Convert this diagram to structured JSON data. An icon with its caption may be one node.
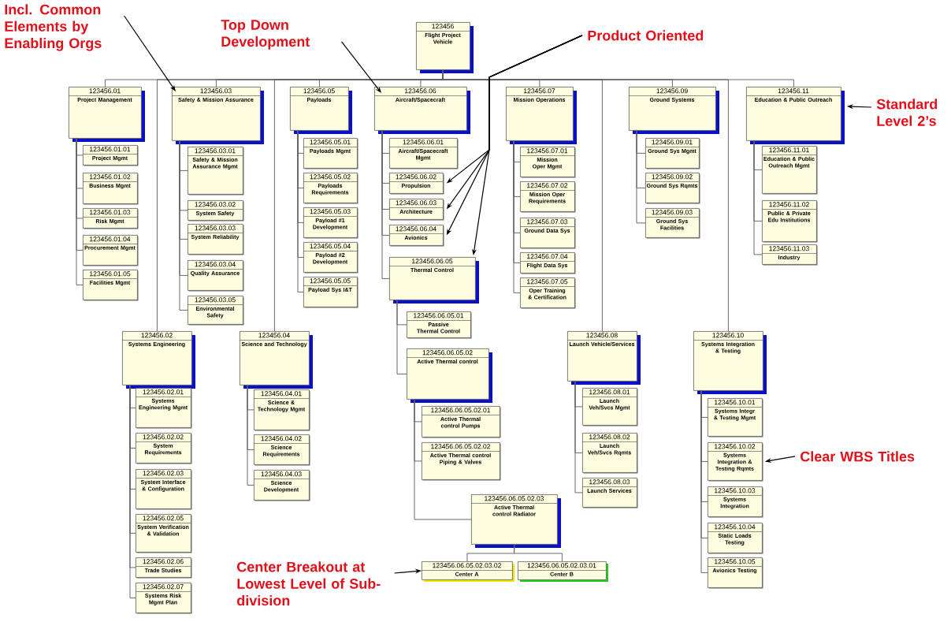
{
  "diagram": {
    "nodes": [
      {
        "text": [
          "123456",
          "Flight Project Vehicle"
        ]
      },
      {
        "text": [
          "123456.01",
          "Project Management"
        ]
      },
      {
        "text": [
          "123456.01.01",
          "Project Mgmt"
        ]
      },
      {
        "text": [
          "123456.01.02",
          "Business Mgmt"
        ]
      },
      {
        "text": [
          "123456.01.03",
          "Risk Mgmt"
        ]
      },
      {
        "text": [
          "123456.01.04",
          "Procurement Mgmt"
        ]
      },
      {
        "text": [
          "123456.01.05",
          "Facilities Mgmt"
        ]
      },
      {
        "text": [
          "123456.02",
          "Systems Engineering"
        ]
      },
      {
        "text": [
          "123456.02.01",
          "Systems Engineering Mgmt"
        ]
      },
      {
        "text": [
          "123456.02.02",
          "System Requirements"
        ]
      },
      {
        "text": [
          "123456.02.03",
          "System Interface & Configuration"
        ]
      },
      {
        "text": [
          "123456.02.05",
          "System Verification & Validation"
        ]
      },
      {
        "text": [
          "123456.02.06",
          "Trade Studies"
        ]
      },
      {
        "text": [
          "123456.02.07",
          "Systems Risk Mgmt Plan"
        ]
      },
      {
        "text": [
          "123456.03",
          "Safety & Mission Assurance"
        ]
      },
      {
        "text": [
          "123456.03.01",
          "Safety & Mission Assurance Mgmt"
        ]
      },
      {
        "text": [
          "123456.03.02",
          "System Safety"
        ]
      },
      {
        "text": [
          "123456.03.03",
          "System Reliability"
        ]
      },
      {
        "text": [
          "123456.03.04",
          "Quality Assurance"
        ]
      },
      {
        "text": [
          "123456.03.05",
          "Environmental Safety"
        ]
      },
      {
        "text": [
          "123456.04",
          "Science and Technology"
        ]
      },
      {
        "text": [
          "123456.04.01",
          "Science & Technology Mgmt"
        ]
      },
      {
        "text": [
          "123456.04.02",
          "Science Requirements"
        ]
      },
      {
        "text": [
          "123456.04.03",
          "Science Development"
        ]
      },
      {
        "text": [
          "123456.05",
          "Payloads"
        ]
      },
      {
        "text": [
          "123456.05.01",
          "Payloads Mgmt"
        ]
      },
      {
        "text": [
          "123456.05.02",
          "Payloads Requirements"
        ]
      },
      {
        "text": [
          "123456.05.03",
          "Payload #1 Development"
        ]
      },
      {
        "text": [
          "123456.05.04",
          "Payload #2 Development"
        ]
      },
      {
        "text": [
          "123456.05.05",
          "Payload Sys I&T"
        ]
      },
      {
        "text": [
          "123456.06",
          "Aircraft/Spacecraft"
        ]
      },
      {
        "text": [
          "123456.06.01",
          "Aircraft/Spacecraft Mgmt"
        ]
      },
      {
        "text": [
          "123456.06.02",
          "Propulsion"
        ]
      },
      {
        "text": [
          "123456.06.03",
          "Architecture"
        ]
      },
      {
        "text": [
          "123456.06.04",
          "Avionics"
        ]
      },
      {
        "text": [
          "123456.06.05",
          "Thermal Control"
        ]
      },
      {
        "text": [
          "123456.06.05.01",
          "Passive Thermal Control"
        ]
      },
      {
        "text": [
          "123456.06.05.02",
          "Active Thermal control"
        ]
      },
      {
        "text": [
          "123456.06.05.02.01",
          "Active Thermal control Pumps"
        ]
      },
      {
        "text": [
          "123456.06.05.02.02",
          "Active Thermal control Piping & Valves"
        ]
      },
      {
        "text": [
          "123456.06.05.02.03",
          "Active Thermal control Radiator"
        ]
      },
      {
        "text": [
          "123456.06.05.02.03.02",
          "Center A"
        ]
      },
      {
        "text": [
          "123456.06.05.02.03.01",
          "Center B"
        ]
      },
      {
        "text": [
          "123456.07",
          "Mission Operations"
        ]
      },
      {
        "text": [
          "123456.07.01",
          "Mission Oper Mgmt"
        ]
      },
      {
        "text": [
          "123456.07.02",
          "Mission Oper Requirements"
        ]
      },
      {
        "text": [
          "123456.07.03",
          "Ground Data Sys"
        ]
      },
      {
        "text": [
          "123456.07.04",
          "Flight Data Sys"
        ]
      },
      {
        "text": [
          "123456.07.05",
          "Oper Training & Certification"
        ]
      },
      {
        "text": [
          "123456.08",
          "Launch Vehicle/Services"
        ]
      },
      {
        "text": [
          "123456.08.01",
          "Launch Veh/Svcs Mgmt"
        ]
      },
      {
        "text": [
          "123456.08.02",
          "Launch Veh/Svcs Rqmts"
        ]
      },
      {
        "text": [
          "123456.08.03",
          "Launch Services"
        ]
      },
      {
        "text": [
          "123456.09",
          "Ground Systems"
        ]
      },
      {
        "text": [
          "123456.09.01",
          "Ground Sys Mgmt"
        ]
      },
      {
        "text": [
          "123456.09.02",
          "Ground Sys Rqmts"
        ]
      },
      {
        "text": [
          "123456.09.03",
          "Ground Sys Facilities"
        ]
      },
      {
        "text": [
          "123456.10",
          "Systems Integration & Testing"
        ]
      },
      {
        "text": [
          "123456.10.01",
          "Systems Integr & Testing Mgmt"
        ]
      },
      {
        "text": [
          "123456.10.02",
          "Systems Integration & Testing Rqmts"
        ]
      },
      {
        "text": [
          "123456.10.03",
          "Systems Integration"
        ]
      },
      {
        "text": [
          "123456.10.04",
          "Static Loads Testing"
        ]
      },
      {
        "text": [
          "123456.10.05",
          "Avionics Testing"
        ]
      },
      {
        "text": [
          "123456.11",
          "Education & Public Outreach"
        ]
      },
      {
        "text": [
          "123456.11.01",
          "Education & Public Outreach Mgmt"
        ]
      },
      {
        "text": [
          "123456.11.02",
          "Public & Private Edu Institutions"
        ]
      },
      {
        "text": [
          "123456.11.03",
          "Industry"
        ]
      },
      {
        "text": [
          "Incl. Common Elements by Enabling Orgs"
        ]
      },
      {
        "text": [
          "Top Down Development"
        ]
      },
      {
        "text": [
          "Product Oriented"
        ]
      },
      {
        "text": [
          "Standard Level 2’s"
        ]
      },
      {
        "text": [
          "Clear WBS Titles"
        ]
      },
      {
        "text": [
          "Center Breakout at Lowest Level of Sub-division"
        ]
      }
    ],
    "edges": [
      {
        "from": 0,
        "to": 1,
        "arrow": "none"
      },
      {
        "from": 0,
        "to": 7,
        "arrow": "none"
      },
      {
        "from": 0,
        "to": 14,
        "arrow": "none"
      },
      {
        "from": 0,
        "to": 20,
        "arrow": "none"
      },
      {
        "from": 0,
        "to": 24,
        "arrow": "none"
      },
      {
        "from": 0,
        "to": 30,
        "arrow": "none"
      },
      {
        "from": 0,
        "to": 43,
        "arrow": "none"
      },
      {
        "from": 0,
        "to": 49,
        "arrow": "none"
      },
      {
        "from": 0,
        "to": 53,
        "arrow": "none"
      },
      {
        "from": 0,
        "to": 57,
        "arrow": "none"
      },
      {
        "from": 0,
        "to": 63,
        "arrow": "none"
      },
      {
        "from": 1,
        "to": 2,
        "arrow": "none"
      },
      {
        "from": 1,
        "to": 3,
        "arrow": "none"
      },
      {
        "from": 1,
        "to": 4,
        "arrow": "none"
      },
      {
        "from": 1,
        "to": 5,
        "arrow": "none"
      },
      {
        "from": 1,
        "to": 6,
        "arrow": "none"
      },
      {
        "from": 7,
        "to": 8,
        "arrow": "none"
      },
      {
        "from": 7,
        "to": 9,
        "arrow": "none"
      },
      {
        "from": 7,
        "to": 10,
        "arrow": "none"
      },
      {
        "from": 7,
        "to": 11,
        "arrow": "none"
      },
      {
        "from": 7,
        "to": 12,
        "arrow": "none"
      },
      {
        "from": 7,
        "to": 13,
        "arrow": "none"
      },
      {
        "from": 14,
        "to": 15,
        "arrow": "none"
      },
      {
        "from": 14,
        "to": 16,
        "arrow": "none"
      },
      {
        "from": 14,
        "to": 17,
        "arrow": "none"
      },
      {
        "from": 14,
        "to": 18,
        "arrow": "none"
      },
      {
        "from": 14,
        "to": 19,
        "arrow": "none"
      },
      {
        "from": 20,
        "to": 21,
        "arrow": "none"
      },
      {
        "from": 20,
        "to": 22,
        "arrow": "none"
      },
      {
        "from": 20,
        "to": 23,
        "arrow": "none"
      },
      {
        "from": 24,
        "to": 25,
        "arrow": "none"
      },
      {
        "from": 24,
        "to": 26,
        "arrow": "none"
      },
      {
        "from": 24,
        "to": 27,
        "arrow": "none"
      },
      {
        "from": 24,
        "to": 28,
        "arrow": "none"
      },
      {
        "from": 24,
        "to": 29,
        "arrow": "none"
      },
      {
        "from": 30,
        "to": 31,
        "arrow": "none"
      },
      {
        "from": 30,
        "to": 32,
        "arrow": "none"
      },
      {
        "from": 30,
        "to": 33,
        "arrow": "none"
      },
      {
        "from": 30,
        "to": 34,
        "arrow": "none"
      },
      {
        "from": 30,
        "to": 35,
        "arrow": "none"
      },
      {
        "from": 35,
        "to": 36,
        "arrow": "none"
      },
      {
        "from": 35,
        "to": 37,
        "arrow": "none"
      },
      {
        "from": 37,
        "to": 38,
        "arrow": "none"
      },
      {
        "from": 37,
        "to": 39,
        "arrow": "none"
      },
      {
        "from": 37,
        "to": 40,
        "arrow": "none"
      },
      {
        "from": 40,
        "to": 41,
        "arrow": "none"
      },
      {
        "from": 40,
        "to": 42,
        "arrow": "none"
      },
      {
        "from": 43,
        "to": 44,
        "arrow": "none"
      },
      {
        "from": 43,
        "to": 45,
        "arrow": "none"
      },
      {
        "from": 43,
        "to": 46,
        "arrow": "none"
      },
      {
        "from": 43,
        "to": 47,
        "arrow": "none"
      },
      {
        "from": 43,
        "to": 48,
        "arrow": "none"
      },
      {
        "from": 49,
        "to": 50,
        "arrow": "none"
      },
      {
        "from": 49,
        "to": 51,
        "arrow": "none"
      },
      {
        "from": 49,
        "to": 52,
        "arrow": "none"
      },
      {
        "from": 53,
        "to": 54,
        "arrow": "none"
      },
      {
        "from": 53,
        "to": 55,
        "arrow": "none"
      },
      {
        "from": 53,
        "to": 56,
        "arrow": "none"
      },
      {
        "from": 57,
        "to": 58,
        "arrow": "none"
      },
      {
        "from": 57,
        "to": 59,
        "arrow": "none"
      },
      {
        "from": 57,
        "to": 60,
        "arrow": "none"
      },
      {
        "from": 57,
        "to": 61,
        "arrow": "none"
      },
      {
        "from": 57,
        "to": 62,
        "arrow": "none"
      },
      {
        "from": 63,
        "to": 64,
        "arrow": "none"
      },
      {
        "from": 63,
        "to": 65,
        "arrow": "none"
      },
      {
        "from": 63,
        "to": 66,
        "arrow": "none"
      },
      {
        "from": 67,
        "to": 14,
        "arrow": "to",
        "color": "#000000"
      },
      {
        "from": 68,
        "to": 30,
        "arrow": "to",
        "color": "#000000"
      },
      {
        "from": 69,
        "to": 32,
        "arrow": "to",
        "color": "#000000"
      },
      {
        "from": 69,
        "to": 33,
        "arrow": "to",
        "color": "#000000"
      },
      {
        "from": 69,
        "to": 34,
        "arrow": "to",
        "color": "#000000"
      },
      {
        "from": 69,
        "to": 35,
        "arrow": "to",
        "color": "#000000"
      },
      {
        "from": 70,
        "to": 63,
        "arrow": "to",
        "color": "#000000"
      },
      {
        "from": 71,
        "to": 59,
        "arrow": "to",
        "color": "#000000"
      },
      {
        "from": 72,
        "to": 41,
        "arrow": "to",
        "color": "#000000"
      }
    ]
  }
}
